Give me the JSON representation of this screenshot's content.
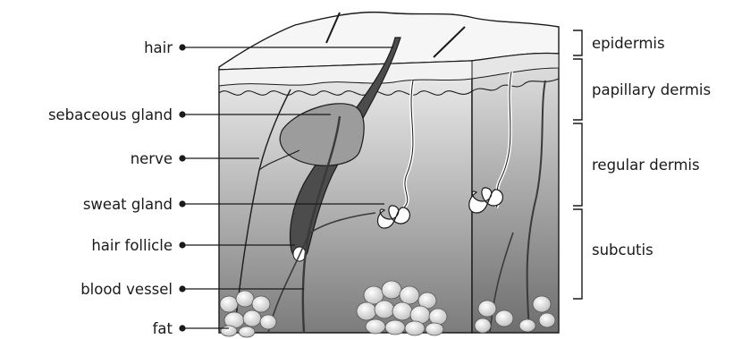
{
  "left_labels": [
    {
      "key": "hair",
      "text": "hair"
    },
    {
      "key": "sebaceous-gland",
      "text": "sebaceous gland"
    },
    {
      "key": "nerve",
      "text": "nerve"
    },
    {
      "key": "sweat-gland",
      "text": "sweat gland"
    },
    {
      "key": "hair-follicle",
      "text": "hair follicle"
    },
    {
      "key": "blood-vessel",
      "text": "blood vessel"
    },
    {
      "key": "fat",
      "text": "fat"
    }
  ],
  "right_labels": [
    {
      "key": "epidermis",
      "text": "epidermis"
    },
    {
      "key": "papillary-dermis",
      "text": "papillary dermis"
    },
    {
      "key": "regular-dermis",
      "text": "regular dermis"
    },
    {
      "key": "subcutis",
      "text": "subcutis"
    }
  ],
  "colors": {
    "ink": "#1a1a1a",
    "epidermis": "#f4f4f4",
    "dermis_top": "#ececec",
    "dermis_bottom": "#8a8a8a",
    "hair": "#4a4a4a",
    "sebaceous": "#9a9a9a",
    "fat": "#e6e6e6"
  }
}
